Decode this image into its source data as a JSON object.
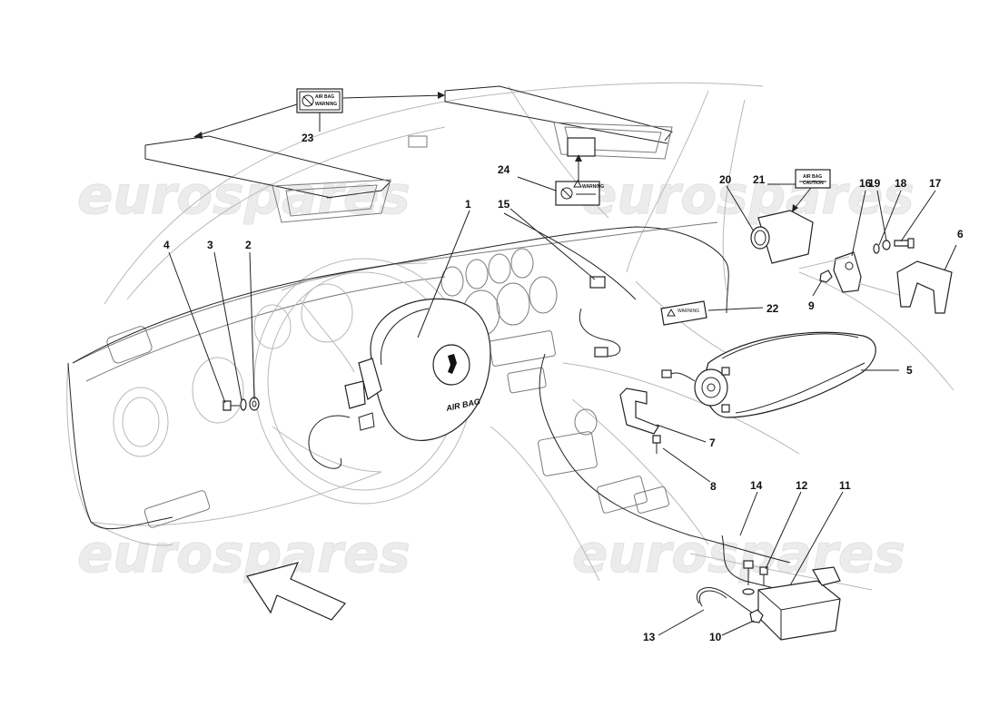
{
  "watermark": {
    "text": "eurospares"
  },
  "labels": {
    "sticker_23_line1": "AIR BAG",
    "sticker_23_line2": "WARNING",
    "sticker_24_line1": "WARNING",
    "sticker_21_line1": "AIR BAG",
    "sticker_21_line2": "CAUTION",
    "sticker_22_line1": "WARNING",
    "steering_wheel_text": "AIR BAG"
  },
  "callouts": {
    "c1": "1",
    "c2": "2",
    "c3": "3",
    "c4": "4",
    "c5": "5",
    "c6": "6",
    "c7": "7",
    "c8": "8",
    "c9": "9",
    "c10": "10",
    "c11": "11",
    "c12": "12",
    "c13": "13",
    "c14": "14",
    "c15": "15",
    "c16": "16",
    "c17": "17",
    "c18": "18",
    "c19": "19",
    "c20": "20",
    "c21": "21",
    "c22": "22",
    "c23": "23",
    "c24": "24"
  },
  "colors": {
    "line": "#222222",
    "faint": "#b8b8b8",
    "watermark": "#ececec",
    "background": "#ffffff"
  }
}
